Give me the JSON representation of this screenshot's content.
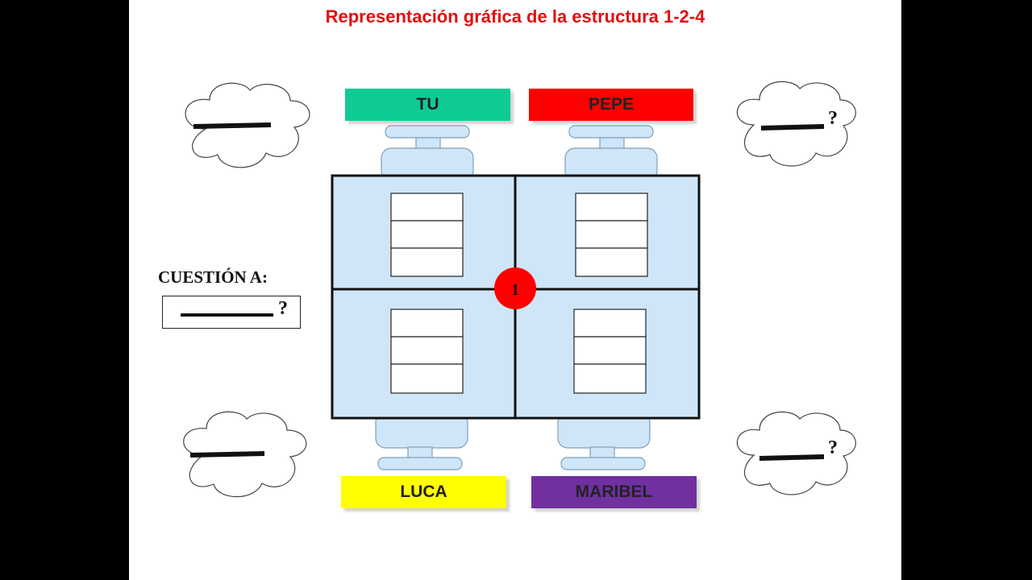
{
  "title": "Representación gráfica de la estructura  1-2-4",
  "colors": {
    "tu": "#0ecb96",
    "pepe": "#ff0000",
    "luca": "#ffff00",
    "maribel": "#7030a0",
    "table": "#cfe6f8",
    "center": "#ff0000",
    "title": "#e01010"
  },
  "participants": {
    "top_left": "TU",
    "top_right": "PEPE",
    "bottom_left": "LUCA",
    "bottom_right": "MARIBEL"
  },
  "center_number": "1",
  "question": {
    "label": "CUESTIÓN A:",
    "mark": "?"
  },
  "clouds": {
    "top_right_mark": "?",
    "bottom_right_mark": "?"
  }
}
